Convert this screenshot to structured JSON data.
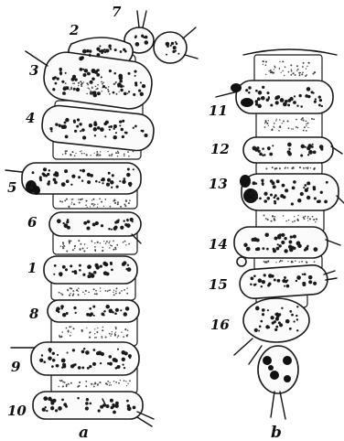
{
  "figure": {
    "part_a": {
      "caption": "a",
      "segment_labels": [
        "7",
        "2",
        "3",
        "4",
        "5",
        "6",
        "1",
        "8",
        "9",
        "10"
      ]
    },
    "part_b": {
      "caption": "b",
      "segment_labels": [
        "11",
        "12",
        "13",
        "14",
        "15",
        "16"
      ]
    }
  }
}
